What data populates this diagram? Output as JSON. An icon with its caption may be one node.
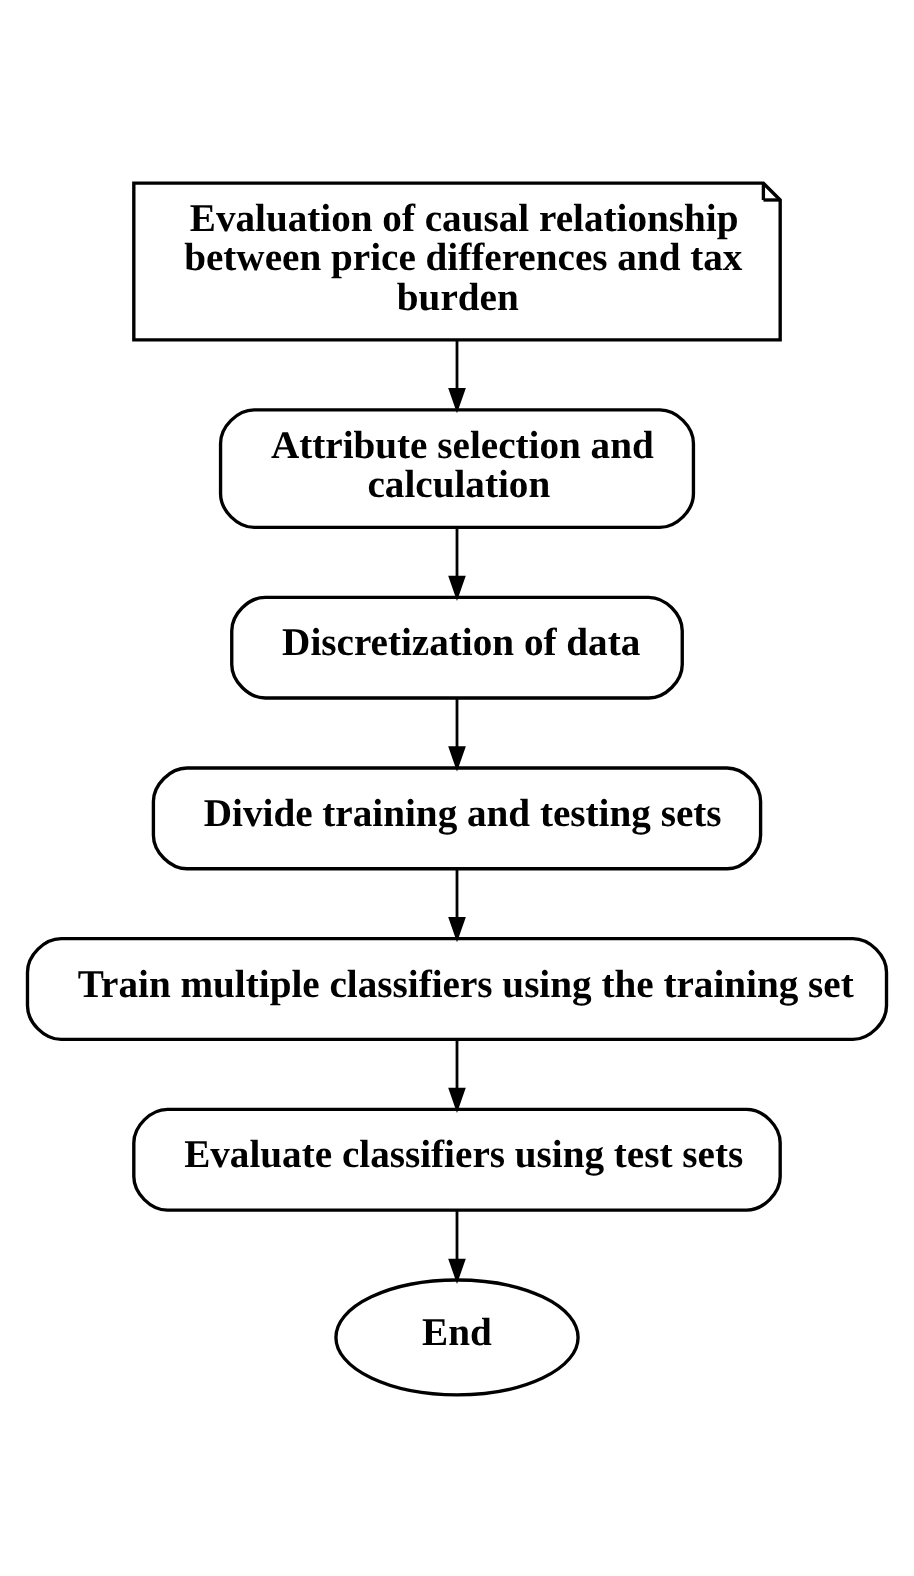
{
  "diagram": {
    "nodes": [
      {
        "text": [
          "Evaluation of causal relationship between price differences and tax burden"
        ]
      },
      {
        "text": [
          "Attribute selection and calculation"
        ]
      },
      {
        "text": [
          "Discretization of data"
        ]
      },
      {
        "text": [
          "Divide training and testing sets"
        ]
      },
      {
        "text": [
          "Train multiple classifiers using the training set"
        ]
      },
      {
        "text": [
          "Evaluate classifiers using test sets"
        ]
      },
      {
        "text": [
          "End"
        ]
      }
    ],
    "edges": [
      {
        "from": 0,
        "to": 1,
        "arrow": "to"
      },
      {
        "from": 1,
        "to": 2,
        "arrow": "to"
      },
      {
        "from": 2,
        "to": 3,
        "arrow": "to"
      },
      {
        "from": 3,
        "to": 4,
        "arrow": "to"
      },
      {
        "from": 4,
        "to": 5,
        "arrow": "to"
      },
      {
        "from": 5,
        "to": 6,
        "arrow": "to"
      }
    ]
  }
}
